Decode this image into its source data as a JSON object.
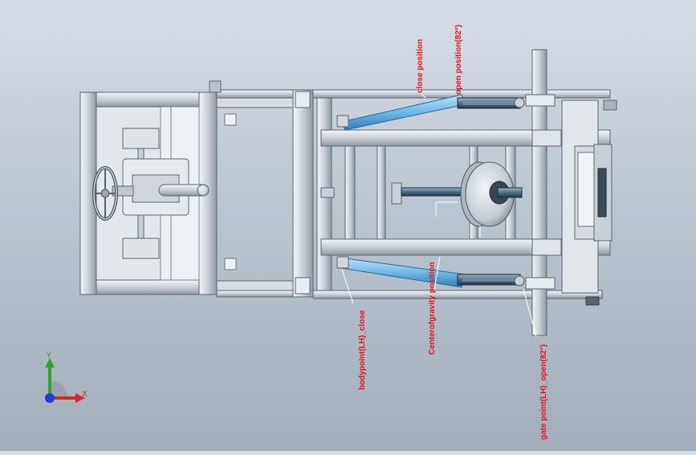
{
  "callouts": {
    "close_position": "close position",
    "open_position": "open position(82°)",
    "center_of_gravity": "Centerofgravity position",
    "body_point_close": "bodypoint(LH)_close",
    "gate_point_open": "gate point(LH)_open(82°)"
  },
  "triad": {
    "x_label": "X",
    "y_label": "Y",
    "x_color": "#d42a2a",
    "y_color": "#2ea62e",
    "z_color": "#1f3ad8"
  },
  "colors": {
    "background_top": "#d6dde6",
    "frame": "#d8dde3",
    "frame_edge": "#5c6670",
    "strut": "#6fb7e6",
    "callout": "#e0141e"
  }
}
